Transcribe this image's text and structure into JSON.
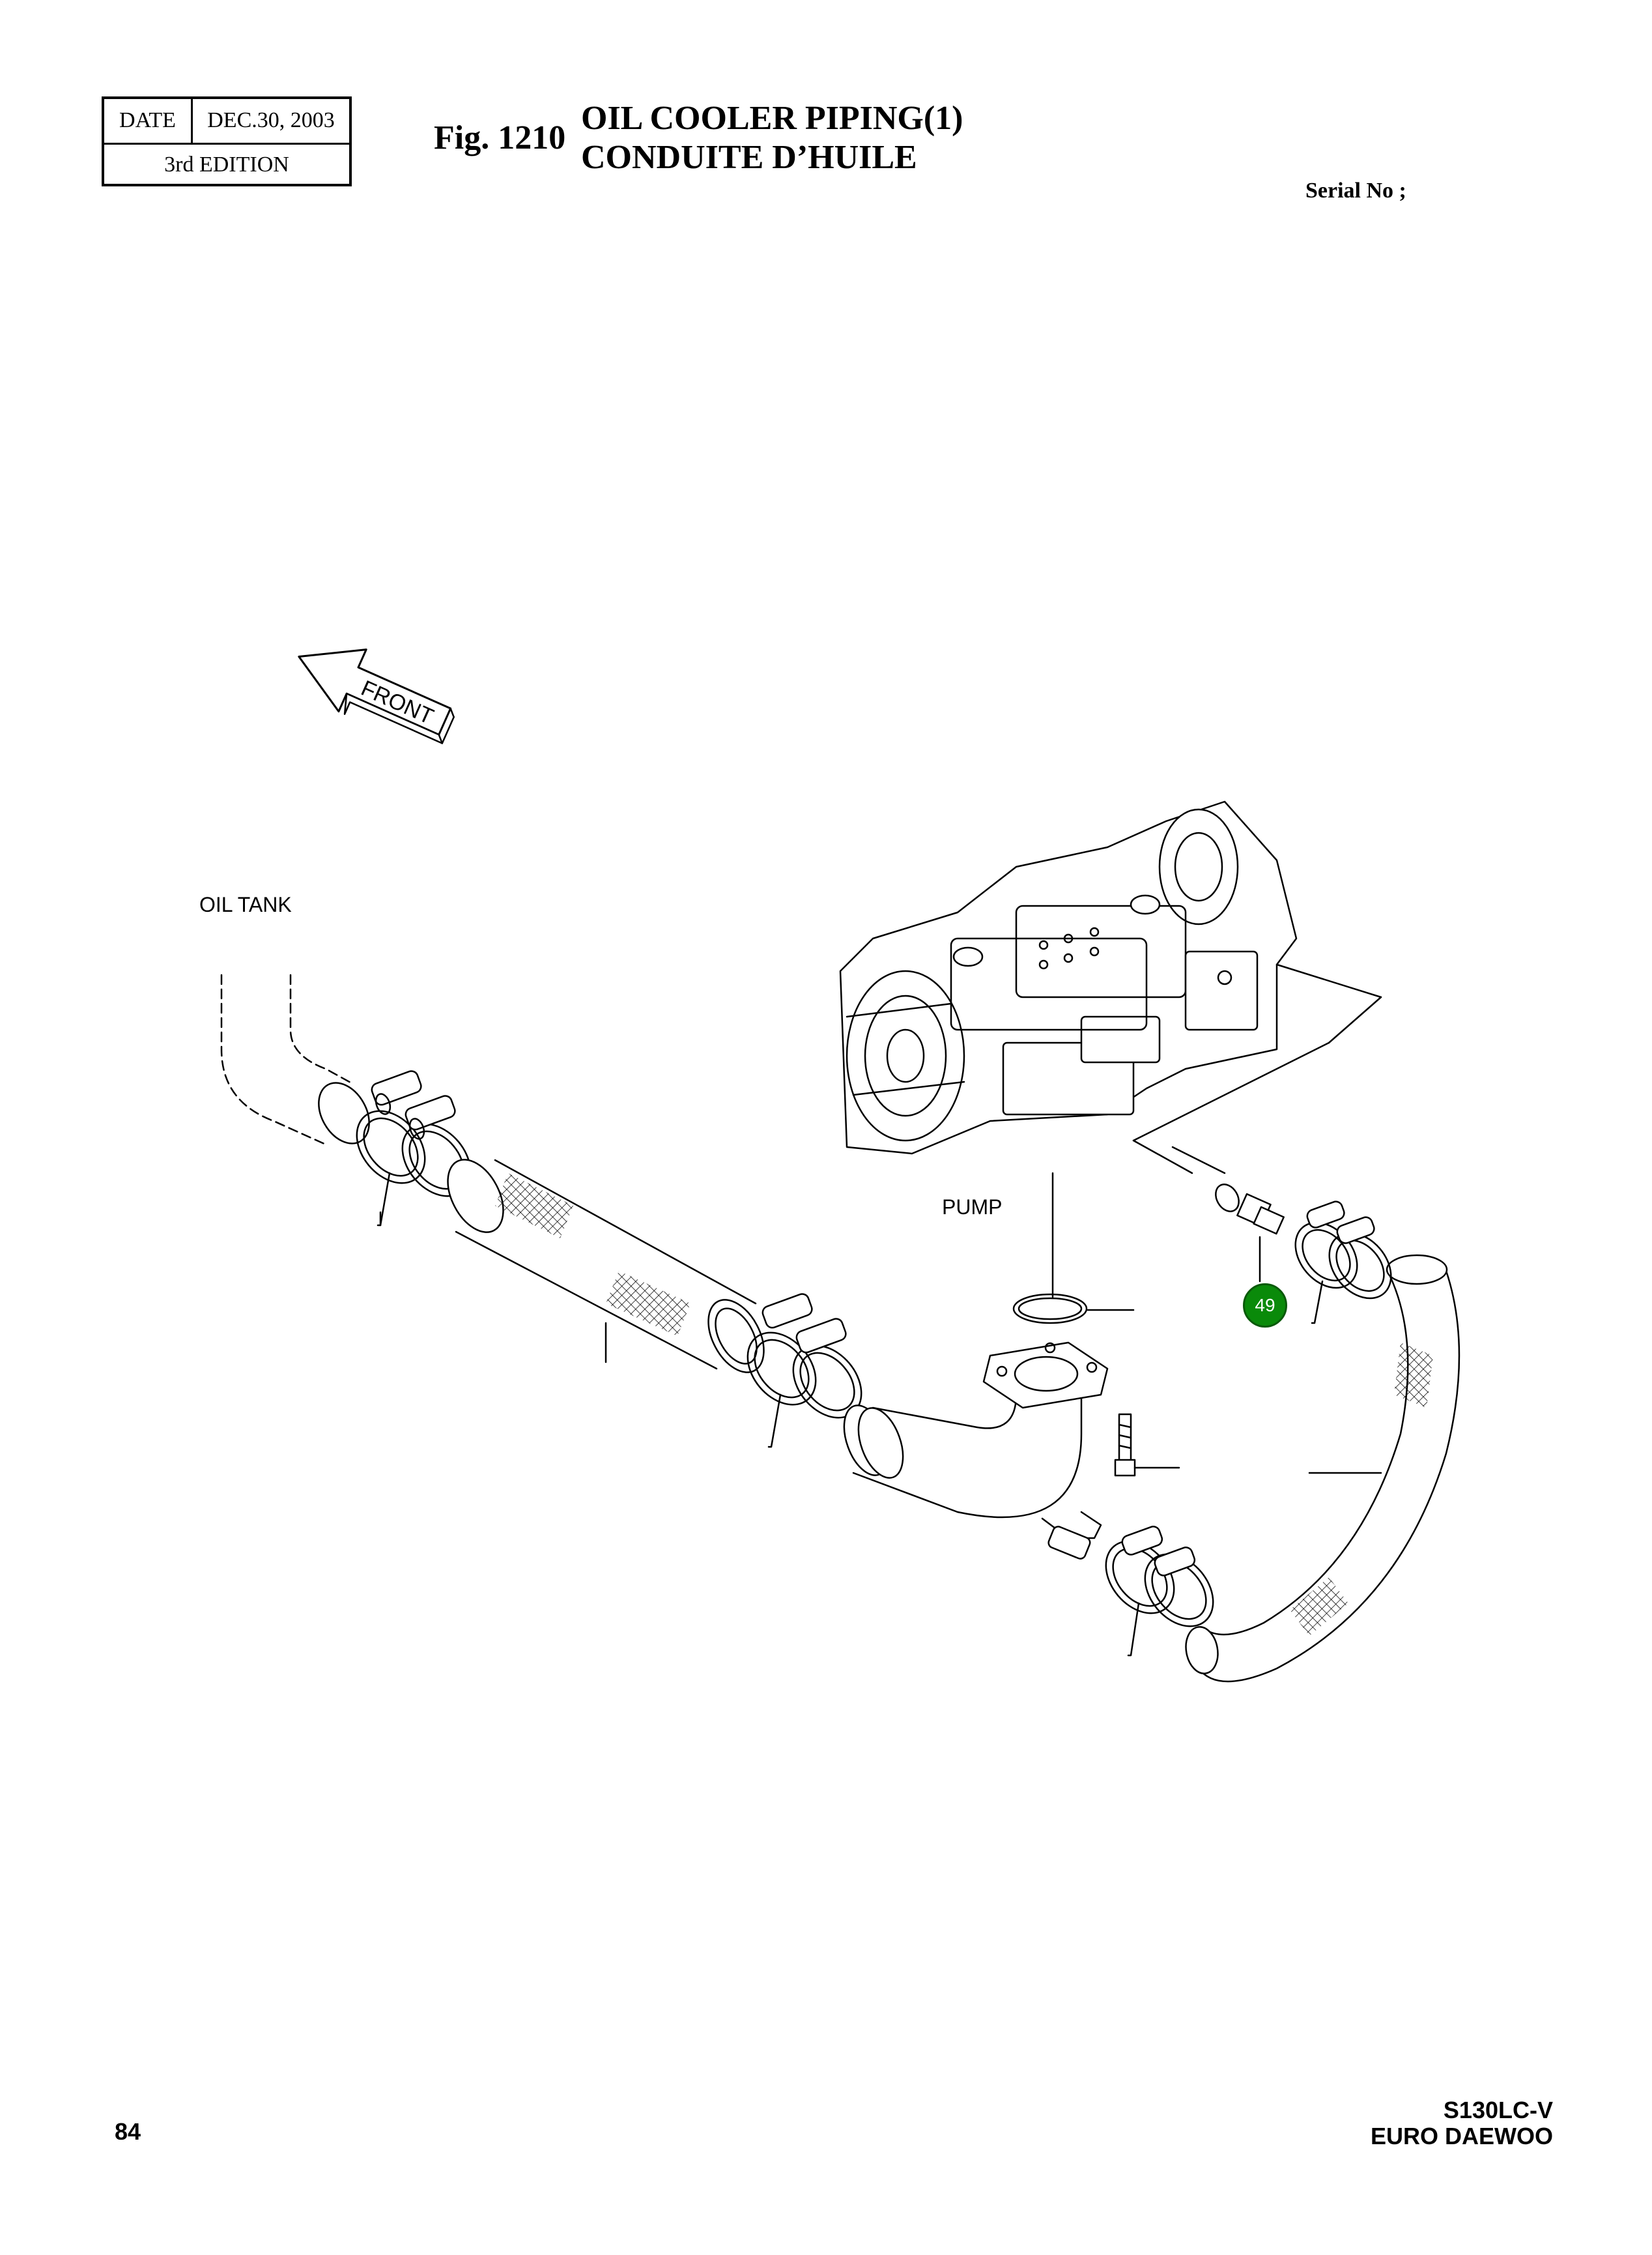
{
  "header": {
    "date_label": "DATE",
    "date_value": "DEC.30, 2003",
    "edition": "3rd  EDITION",
    "fig_number": "Fig. 1210",
    "title_en": "OIL COOLER PIPING(1)",
    "title_fr": "CONDUITE D’HUILE",
    "serial": "Serial No ;"
  },
  "diagram": {
    "direction_arrow": "FRONT",
    "labels": {
      "oil_tank": "OIL TANK",
      "pump": "PUMP"
    },
    "callouts": [
      "49"
    ],
    "callout_color": "#0a8a0a"
  },
  "footer": {
    "page_number": "84",
    "model_line1": "S130LC-V",
    "model_line2": "EURO DAEWOO"
  }
}
